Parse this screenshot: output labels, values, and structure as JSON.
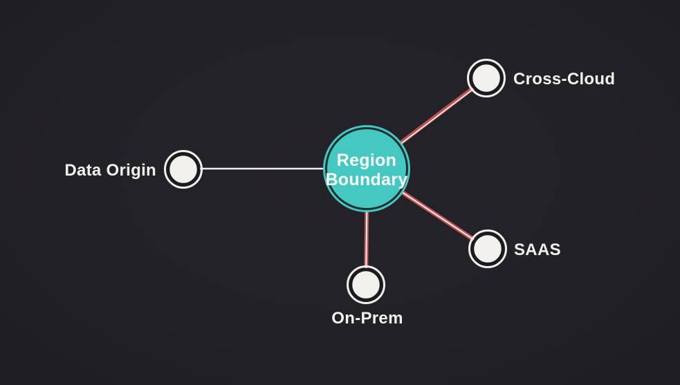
{
  "colors": {
    "background": "#222126",
    "label_text": "#f2f1ee",
    "node_fill": "#f1f0ed",
    "node_outer_ring": "#f1f0ed",
    "node_dark_ring": "#1b1a1f",
    "center_fill": "#45c8c1",
    "center_dark_ring": "#1d2e2e",
    "center_text": "#fafcfb",
    "edge_red": "#c24f4f",
    "edge_white": "#f1f0ed"
  },
  "diagram": {
    "center": {
      "line1": "Region",
      "line2": "Boundary"
    },
    "nodes": {
      "data_origin": {
        "label": "Data Origin"
      },
      "cross_cloud": {
        "label": "Cross-Cloud"
      },
      "saas": {
        "label": "SAAS"
      },
      "on_prem": {
        "label": "On-Prem"
      }
    }
  }
}
